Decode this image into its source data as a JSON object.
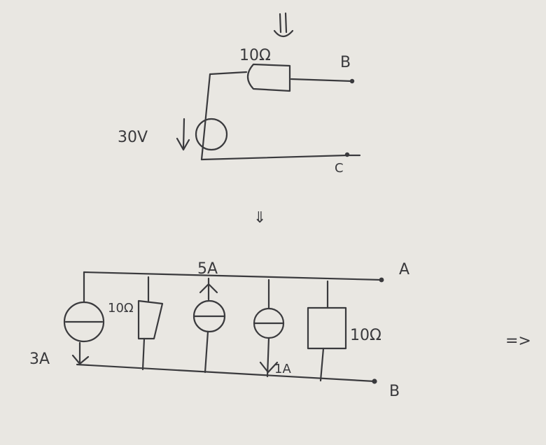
{
  "top_circuit": {
    "resistor_label": "10Ω",
    "voltage_label": "30V",
    "terminal_top": "B",
    "terminal_bottom": "C"
  },
  "between_arrow": "⇓",
  "bottom_circuit": {
    "current_top": "5A",
    "current_left": "3A",
    "left_resistor_label": "10Ω",
    "current_mid": "1A",
    "right_resistor_label": "10Ω",
    "terminal_top": "A",
    "terminal_bottom": "B"
  },
  "result_arrow": "=>"
}
